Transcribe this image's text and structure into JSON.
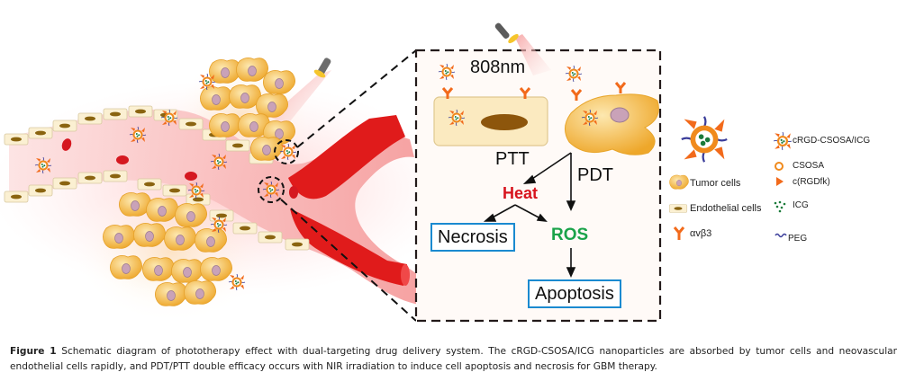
{
  "diagram": {
    "wavelength_label": "808nm",
    "pathway": {
      "ptt_label": "PTT",
      "pdt_label": "PDT",
      "heat_label": "Heat",
      "ros_label": "ROS",
      "necrosis_label": "Necrosis",
      "apoptosis_label": "Apoptosis"
    },
    "colors": {
      "heat": "#d7141e",
      "ros": "#1aa34a",
      "outcome_border": "#1a8ad0",
      "vessel": "#e01b1b",
      "tumor_cell": "#f4b32e",
      "nanoparticle_shell": "#f08a1c",
      "icg": "#1a7a3a",
      "peg": "#3a3d9a"
    }
  },
  "legend": {
    "items": [
      {
        "icon": "nanoparticle-icon",
        "label": "cRGD-CSOSA/ICG"
      },
      {
        "icon": "csosa-ring-icon",
        "label": "CSOSA"
      },
      {
        "icon": "rgd-triangle-icon",
        "label": "c(RGDfk)"
      },
      {
        "icon": "icg-dots-icon",
        "label": "ICG"
      },
      {
        "icon": "peg-wave-icon",
        "label": "PEG"
      },
      {
        "icon": "tumor-cell-icon",
        "label": "Tumor cells"
      },
      {
        "icon": "endothelial-cell-icon",
        "label": "Endothelial cells"
      },
      {
        "icon": "integrin-receptor-icon",
        "label": "αvβ3"
      }
    ]
  },
  "caption": {
    "figure_label": "Figure 1",
    "text": "Schematic diagram of phototherapy effect with dual-targeting drug delivery system. The cRGD-CSOSA/ICG nanoparticles are absorbed by tumor cells and neovascular endothelial cells rapidly, and PDT/PTT double efficacy occurs with NIR irradiation to induce cell apoptosis and necrosis for GBM therapy."
  }
}
